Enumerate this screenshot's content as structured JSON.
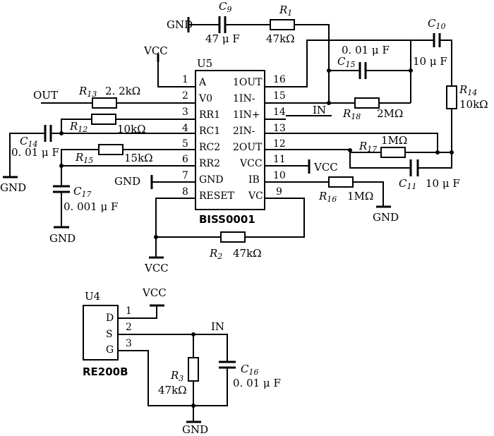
{
  "u5": {
    "ref": "U5",
    "name": "BISS0001",
    "left_pins": [
      {
        "num": "1",
        "name": "A"
      },
      {
        "num": "2",
        "name": "V0"
      },
      {
        "num": "3",
        "name": "RR1"
      },
      {
        "num": "4",
        "name": "RC1"
      },
      {
        "num": "5",
        "name": "RC2"
      },
      {
        "num": "6",
        "name": "RR2"
      },
      {
        "num": "7",
        "name": "GND"
      },
      {
        "num": "8",
        "name": "RESET"
      }
    ],
    "right_pins": [
      {
        "num": "16",
        "name": "1OUT"
      },
      {
        "num": "15",
        "name": "1IN-"
      },
      {
        "num": "14",
        "name": "1IN+"
      },
      {
        "num": "13",
        "name": "2IN-"
      },
      {
        "num": "12",
        "name": "2OUT"
      },
      {
        "num": "11",
        "name": "VCC"
      },
      {
        "num": "10",
        "name": "IB"
      },
      {
        "num": "9",
        "name": "VC"
      }
    ]
  },
  "u4": {
    "ref": "U4",
    "name": "RE200B",
    "pins": [
      {
        "num": "1",
        "name": "D"
      },
      {
        "num": "2",
        "name": "S"
      },
      {
        "num": "3",
        "name": "G"
      }
    ]
  },
  "components": {
    "c9": {
      "letter": "C",
      "sub": "9",
      "value": "47 μ F"
    },
    "r1": {
      "letter": "R",
      "sub": "1",
      "value": "47kΩ"
    },
    "c10": {
      "letter": "C",
      "sub": "10",
      "value": "10 μ F"
    },
    "c15": {
      "letter": "C",
      "sub": "15",
      "value": "0. 01 μ F"
    },
    "r14": {
      "letter": "R",
      "sub": "14",
      "value": "10kΩ"
    },
    "r13": {
      "letter": "R",
      "sub": "13",
      "value": "2. 2kΩ"
    },
    "r12": {
      "letter": "R",
      "sub": "12",
      "value": "10kΩ"
    },
    "c14": {
      "letter": "C",
      "sub": "14",
      "value": "0. 01 μ F"
    },
    "r15": {
      "letter": "R",
      "sub": "15",
      "value": "15kΩ"
    },
    "c17": {
      "letter": "C",
      "sub": "17",
      "value": "0. 001 μ F"
    },
    "r18": {
      "letter": "R",
      "sub": "18",
      "value": "2MΩ"
    },
    "r17": {
      "letter": "R",
      "sub": "17",
      "value": "1MΩ"
    },
    "c11": {
      "letter": "C",
      "sub": "11",
      "value": "10 μ F"
    },
    "r16": {
      "letter": "R",
      "sub": "16",
      "value": "1MΩ"
    },
    "r2": {
      "letter": "R",
      "sub": "2",
      "value": "47kΩ"
    },
    "r3": {
      "letter": "R",
      "sub": "3",
      "value": "47kΩ"
    },
    "c16": {
      "letter": "C",
      "sub": "16",
      "value": "0. 01 μ F"
    }
  },
  "nets": {
    "gnd": "GND",
    "vcc": "VCC",
    "out": "OUT",
    "in": "IN"
  }
}
